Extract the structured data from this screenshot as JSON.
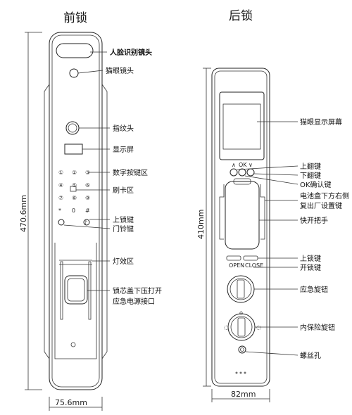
{
  "titles": {
    "front": "前锁",
    "back": "后锁"
  },
  "dimensions": {
    "front_height": "470.6mm",
    "front_width": "75.6mm",
    "back_height": "410mm",
    "back_width": "82mm"
  },
  "front_labels": {
    "face_camera": "人脸识别镜头",
    "peephole_camera": "猫眼镜头",
    "fingerprint": "指纹头",
    "display": "显示屏",
    "keypad": "数字按键区",
    "card_area": "刷卡区",
    "lock_key": "上锁键",
    "doorbell_key": "门铃键",
    "light_area": "灯效区",
    "cylinder_line1": "锁芯盖下压打开",
    "cylinder_line2": "应急电源接口"
  },
  "back_labels": {
    "peephole_screen": "猫眼显示屏幕",
    "page_up": "上翻键",
    "page_down": "下翻键",
    "ok_key": "OK确认键",
    "battery_line1": "电池盒下方右侧",
    "battery_line2": "复出厂设置键",
    "handle": "快开把手",
    "lock_button": "上锁键",
    "open_button": "开锁键",
    "emergency_knob": "应急旋钮",
    "safety_knob": "内保险旋钮",
    "screw_hole": "螺丝孔"
  },
  "back_button_marks": {
    "up": "∧",
    "ok": "OK",
    "down": "∨",
    "open": "OPEN",
    "close": "CLOSE"
  },
  "keypad_keys": [
    "①",
    "②",
    "③",
    "④",
    "⑤",
    "⑥",
    "⑦",
    "⑧",
    "⑨",
    "*",
    "0",
    "#"
  ]
}
